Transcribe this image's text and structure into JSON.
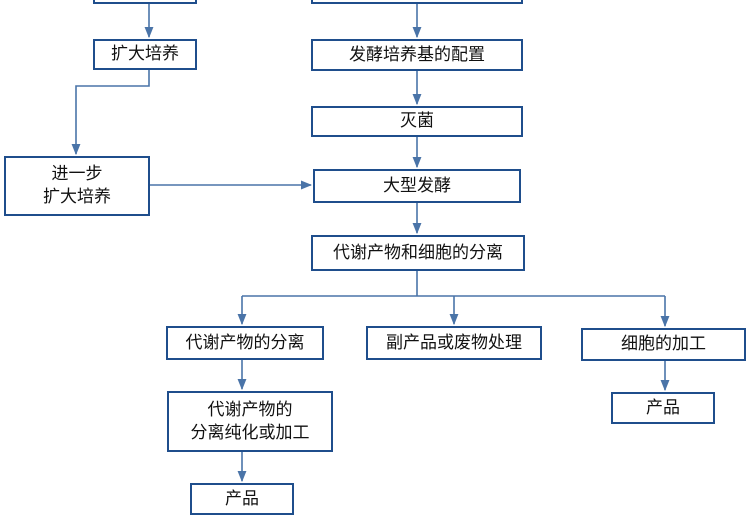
{
  "nodes": {
    "expand_culture": {
      "text": "扩大培养"
    },
    "further_expand": {
      "line1": "进一步",
      "line2": "扩大培养"
    },
    "medium_prep": {
      "text": "发酵培养基的配置"
    },
    "sterilize": {
      "text": "灭菌"
    },
    "large_fermentation": {
      "text": "大型发酵"
    },
    "separation_all": {
      "text": "代谢产物和细胞的分离"
    },
    "separation_metabolite": {
      "text": "代谢产物的分离"
    },
    "byproduct": {
      "text": "副产品或废物处理"
    },
    "cell_processing": {
      "text": "细胞的加工"
    },
    "purify": {
      "line1": "代谢产物的",
      "line2": "分离纯化或加工"
    },
    "product_left": {
      "text": "产品"
    },
    "product_right": {
      "text": "产品"
    }
  },
  "colors": {
    "border": "#1f4e8c",
    "line": "#4a74a8",
    "text": "#111111"
  }
}
